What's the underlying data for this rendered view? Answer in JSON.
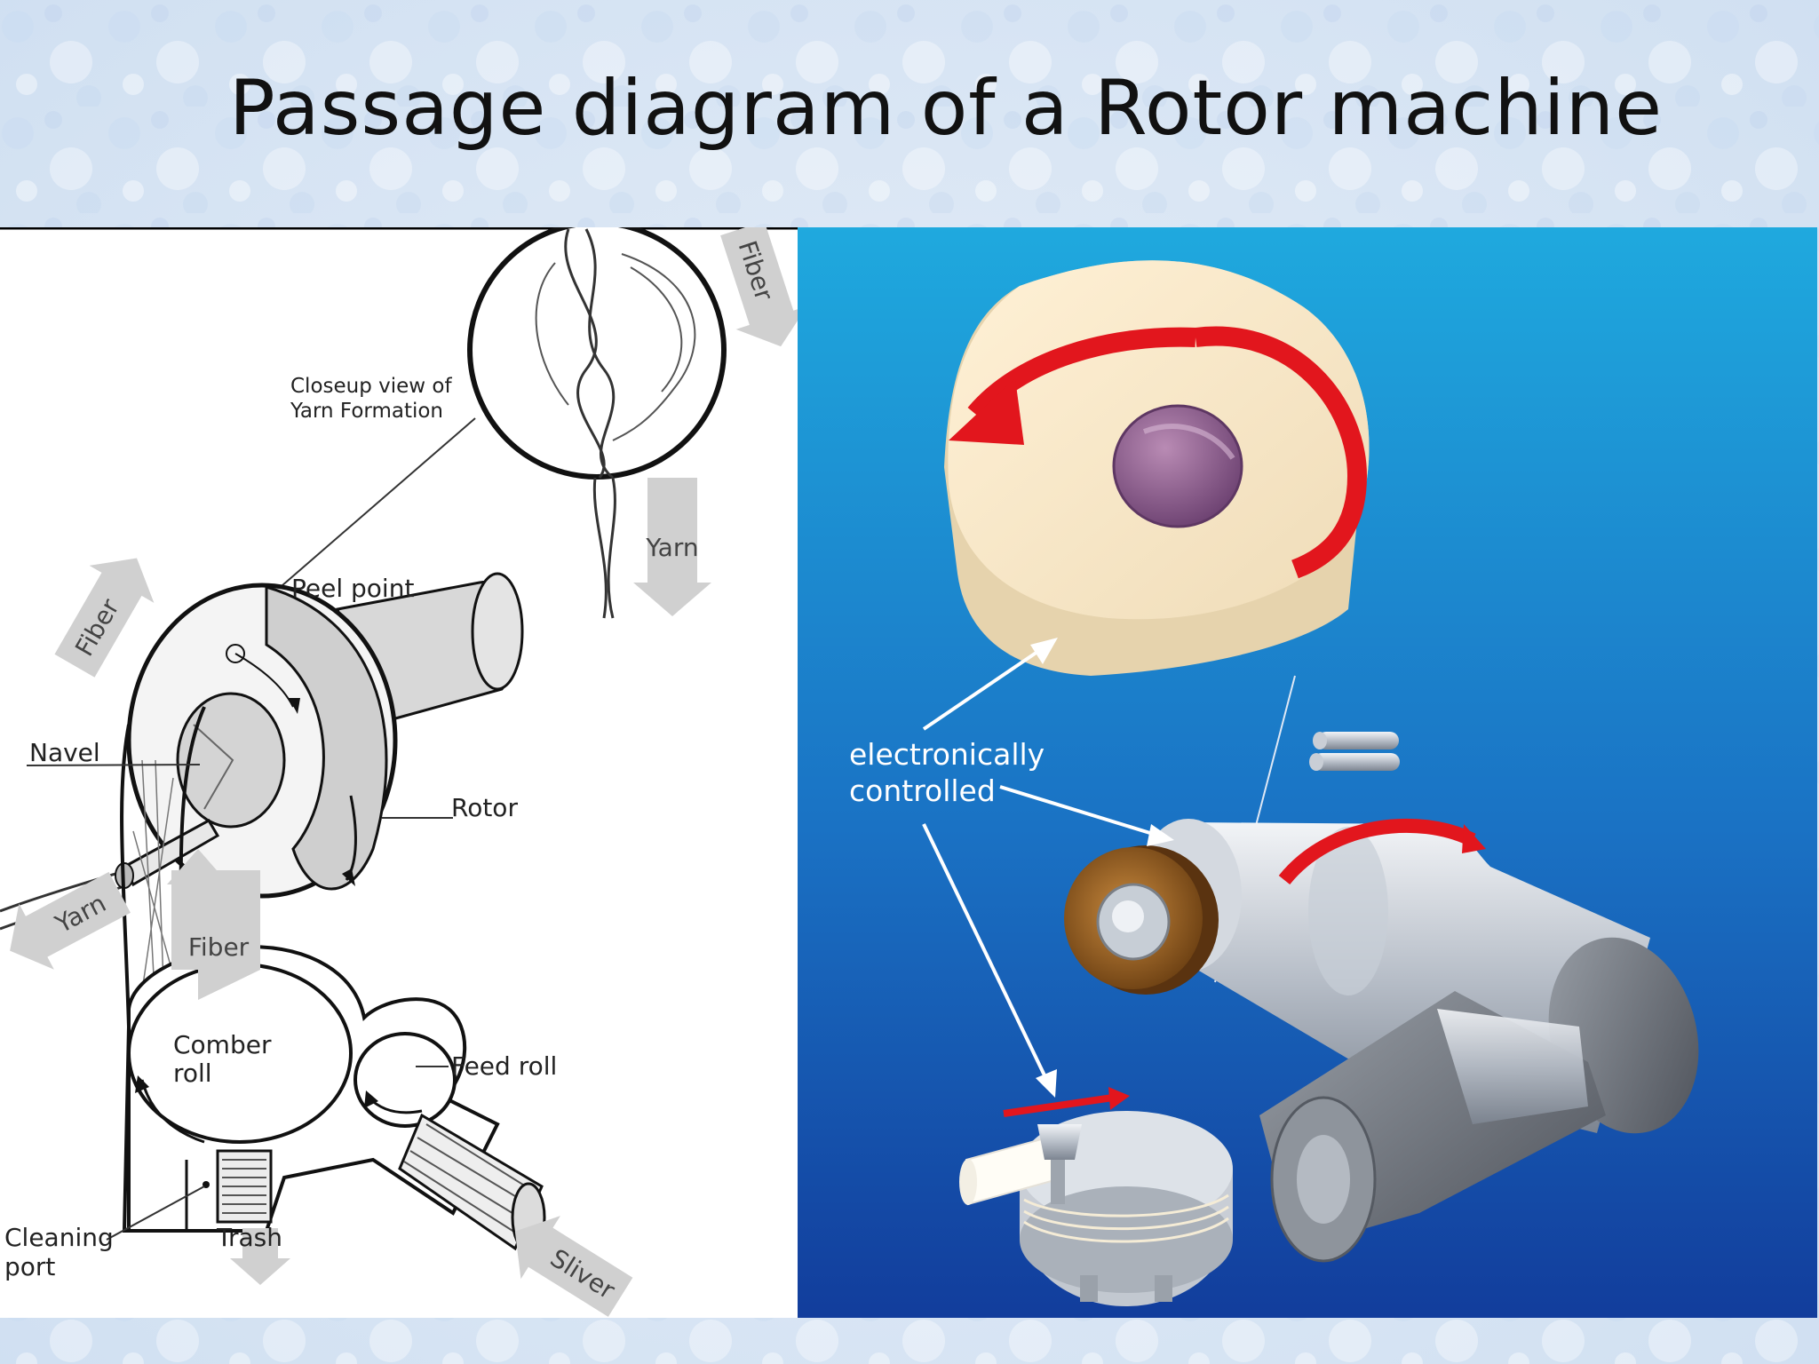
{
  "slide": {
    "title": "Passage diagram of a Rotor machine",
    "colors": {
      "background": "#dbe7f5",
      "right_panel_top": "#1fa9de",
      "right_panel_bottom": "#123d9c",
      "arrow_red": "#e2161d"
    }
  },
  "left_diagram": {
    "labels": {
      "closeup": [
        "Closeup view of",
        "Yarn Formation"
      ],
      "peel_point": "Peel point",
      "navel": "Navel",
      "rotor": "Rotor",
      "comber_roll": [
        "Comber",
        "roll"
      ],
      "feed_roll": "Feed roll",
      "cleaning_port": [
        "Cleaning",
        "port"
      ],
      "trash": "Trash"
    },
    "arrows": {
      "fiber_top_right": "Fiber",
      "yarn_closeup": "Yarn",
      "fiber_left": "Fiber",
      "yarn_bottom_left": "Yarn",
      "fiber_middle": "Fiber",
      "sliver": "Sliver"
    }
  },
  "right_diagram": {
    "labels": [
      "electronically",
      "controlled"
    ]
  }
}
